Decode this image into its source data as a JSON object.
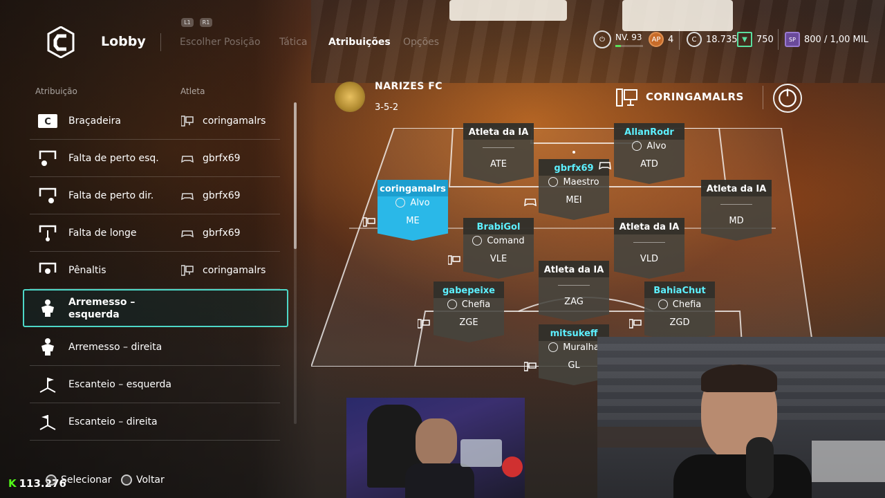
{
  "topbar": {
    "lobby": "Lobby",
    "hints": [
      "L1",
      "R1"
    ],
    "nav": [
      "Escolher Posição",
      "Tática",
      "Atribuições",
      "Opções"
    ],
    "active_index": 2,
    "level": "NV. 93",
    "ap": "4",
    "coins": "18.735",
    "vc": "750",
    "sp": "800 / 1,00 MIL"
  },
  "assignments": {
    "col_role": "Atribuição",
    "col_player": "Atleta",
    "items": [
      {
        "label": "Braçadeira",
        "player": "coringamalrs",
        "icon": "captain-armband-icon",
        "ctrl": "pc"
      },
      {
        "label": "Falta de perto esq.",
        "player": "gbrfx69",
        "icon": "free-kick-left-icon",
        "ctrl": "console"
      },
      {
        "label": "Falta de perto dir.",
        "player": "gbrfx69",
        "icon": "free-kick-right-icon",
        "ctrl": "console"
      },
      {
        "label": "Falta de longe",
        "player": "gbrfx69",
        "icon": "long-free-kick-icon",
        "ctrl": "console"
      },
      {
        "label": "Pênaltis",
        "player": "coringamalrs",
        "icon": "penalty-icon",
        "ctrl": "pc"
      },
      {
        "label": "Arremesso – esquerda",
        "player": "",
        "icon": "throw-in-icon",
        "ctrl": ""
      },
      {
        "label": "Arremesso – direita",
        "player": "",
        "icon": "throw-in-icon",
        "ctrl": ""
      },
      {
        "label": "Escanteio – esquerda",
        "player": "",
        "icon": "corner-flag-icon",
        "ctrl": ""
      },
      {
        "label": "Escanteio – direita",
        "player": "",
        "icon": "corner-flag-icon",
        "ctrl": ""
      }
    ],
    "selected_index": 5
  },
  "footer": {
    "credits": "113.276",
    "select": "Selecionar",
    "back": "Voltar"
  },
  "team": {
    "name": "NARIZES FC",
    "formation": "3-5-2",
    "opponent": "CORINGAMALRS"
  },
  "players": [
    {
      "name": "Atleta da IA",
      "role": "",
      "pos": "ATE",
      "style": "white"
    },
    {
      "name": "AllanRodr",
      "role": "Alvo",
      "pos": "ATD",
      "style": "cyan"
    },
    {
      "name": "gbrfx69",
      "role": "Maestro",
      "pos": "MEI",
      "style": "cyan"
    },
    {
      "name": "coringamalrs",
      "role": "Alvo",
      "pos": "ME",
      "style": "white"
    },
    {
      "name": "Atleta da IA",
      "role": "",
      "pos": "MD",
      "style": "white"
    },
    {
      "name": "BrabiGol",
      "role": "Comand",
      "pos": "VLE",
      "style": "cyan"
    },
    {
      "name": "Atleta da IA",
      "role": "",
      "pos": "VLD",
      "style": "white"
    },
    {
      "name": "Atleta da IA",
      "role": "",
      "pos": "ZAG",
      "style": "white"
    },
    {
      "name": "gabepeixe",
      "role": "Chefia",
      "pos": "ZGE",
      "style": "cyan"
    },
    {
      "name": "BahiaChut",
      "role": "Chefia",
      "pos": "ZGD",
      "style": "cyan"
    },
    {
      "name": "mitsukeff",
      "role": "Muralha",
      "pos": "GL",
      "style": "cyan"
    }
  ]
}
